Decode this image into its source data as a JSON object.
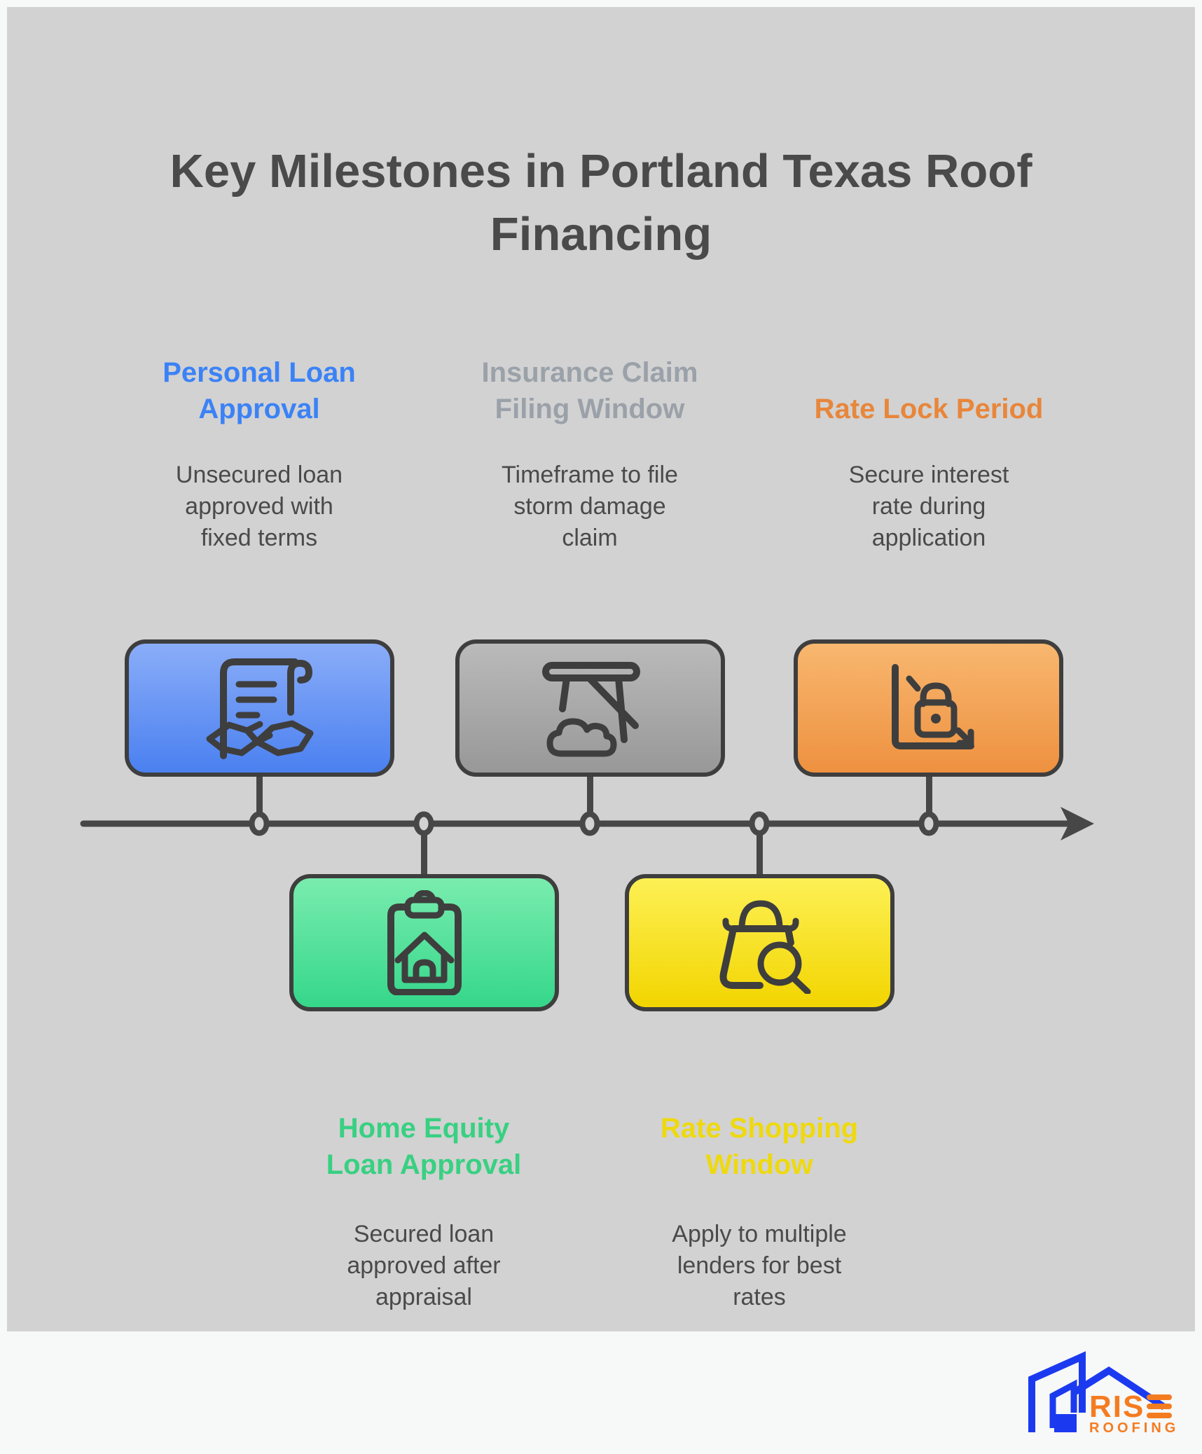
{
  "page": {
    "title": "Key Milestones in Portland Texas Roof Financing",
    "background_color": "#f7f8f8",
    "panel_color": "#d2d2d2"
  },
  "milestones": [
    {
      "label": "Personal Loan Approval",
      "description": "Unsecured loan approved with fixed terms",
      "accent_color": "#3b82f6",
      "icon": "contract-handshake-icon",
      "side": "above-timeline"
    },
    {
      "label": "Insurance Claim Filing Window",
      "description": "Timeframe to file storm damage claim",
      "accent_color": "#9aa1a9",
      "icon": "storm-damage-roof-icon",
      "side": "above-timeline"
    },
    {
      "label": "Rate Lock Period",
      "description": "Secure interest rate during application",
      "accent_color": "#e8863b",
      "icon": "declining-rate-lock-icon",
      "side": "above-timeline"
    },
    {
      "label": "Home Equity Loan Approval",
      "description": "Secured loan approved after appraisal",
      "accent_color": "#38d082",
      "icon": "home-appraisal-clipboard-icon",
      "side": "below-timeline"
    },
    {
      "label": "Rate Shopping Window",
      "description": "Apply to multiple lenders for best rates",
      "accent_color": "#eed90f",
      "icon": "shopping-bag-search-icon",
      "side": "below-timeline"
    }
  ],
  "timeline": {
    "direction": "left-to-right",
    "node_count": 5,
    "line_color": "#474747"
  },
  "logo": {
    "name": "RISE",
    "tagline": "ROOFING",
    "blue": "#1b3af0",
    "orange": "#f47c20"
  }
}
